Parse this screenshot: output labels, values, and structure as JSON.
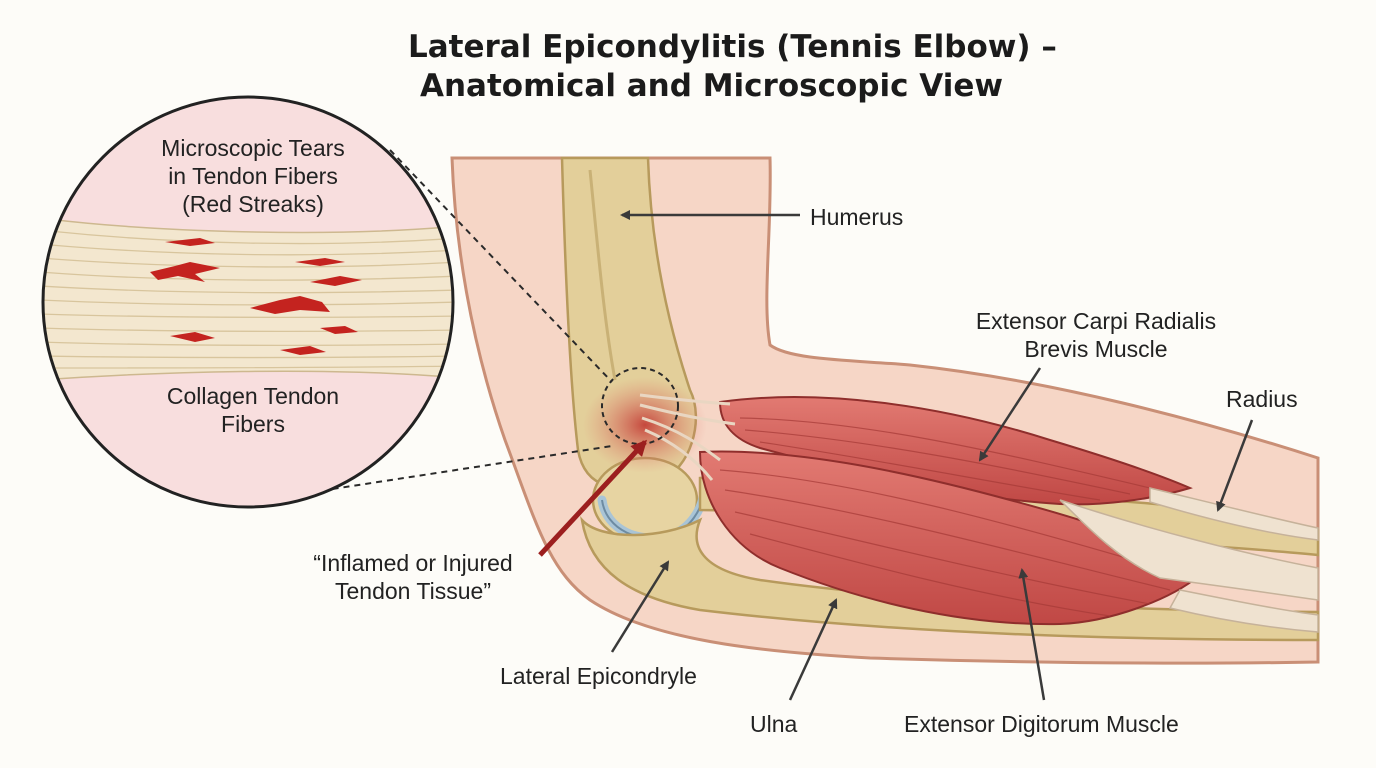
{
  "title": {
    "line1": "Lateral Epicondylitis (Tennis Elbow) –",
    "line2": "Anatomical and Microscopic View"
  },
  "inset": {
    "tears_label": [
      "Microscopic Tears",
      "in Tendon Fibers",
      "(Red Streaks)"
    ],
    "fibers_label": [
      "Collagen Tendon",
      "Fibers"
    ]
  },
  "labels": {
    "humerus": "Humerus",
    "ecrb": [
      "Extensor Carpi Radialis",
      "Brevis Muscle"
    ],
    "radius": "Radius",
    "inflamed": [
      "“Inflamed or Injured",
      "Tendon Tissue”"
    ],
    "lateral_epicondyle": "Lateral Epicondryle",
    "ulna": "Ulna",
    "extensor_digitorum": "Extensor Digitorum Muscle"
  },
  "colors": {
    "skin": "#f6d6c6",
    "bone": "#e3cf9a",
    "muscle": "#cf5b58",
    "tendon": "#efe2d0",
    "tear": "#c4231f",
    "inflammation_arrow": "#9c1f1f",
    "inset_background": "#f8dede"
  }
}
